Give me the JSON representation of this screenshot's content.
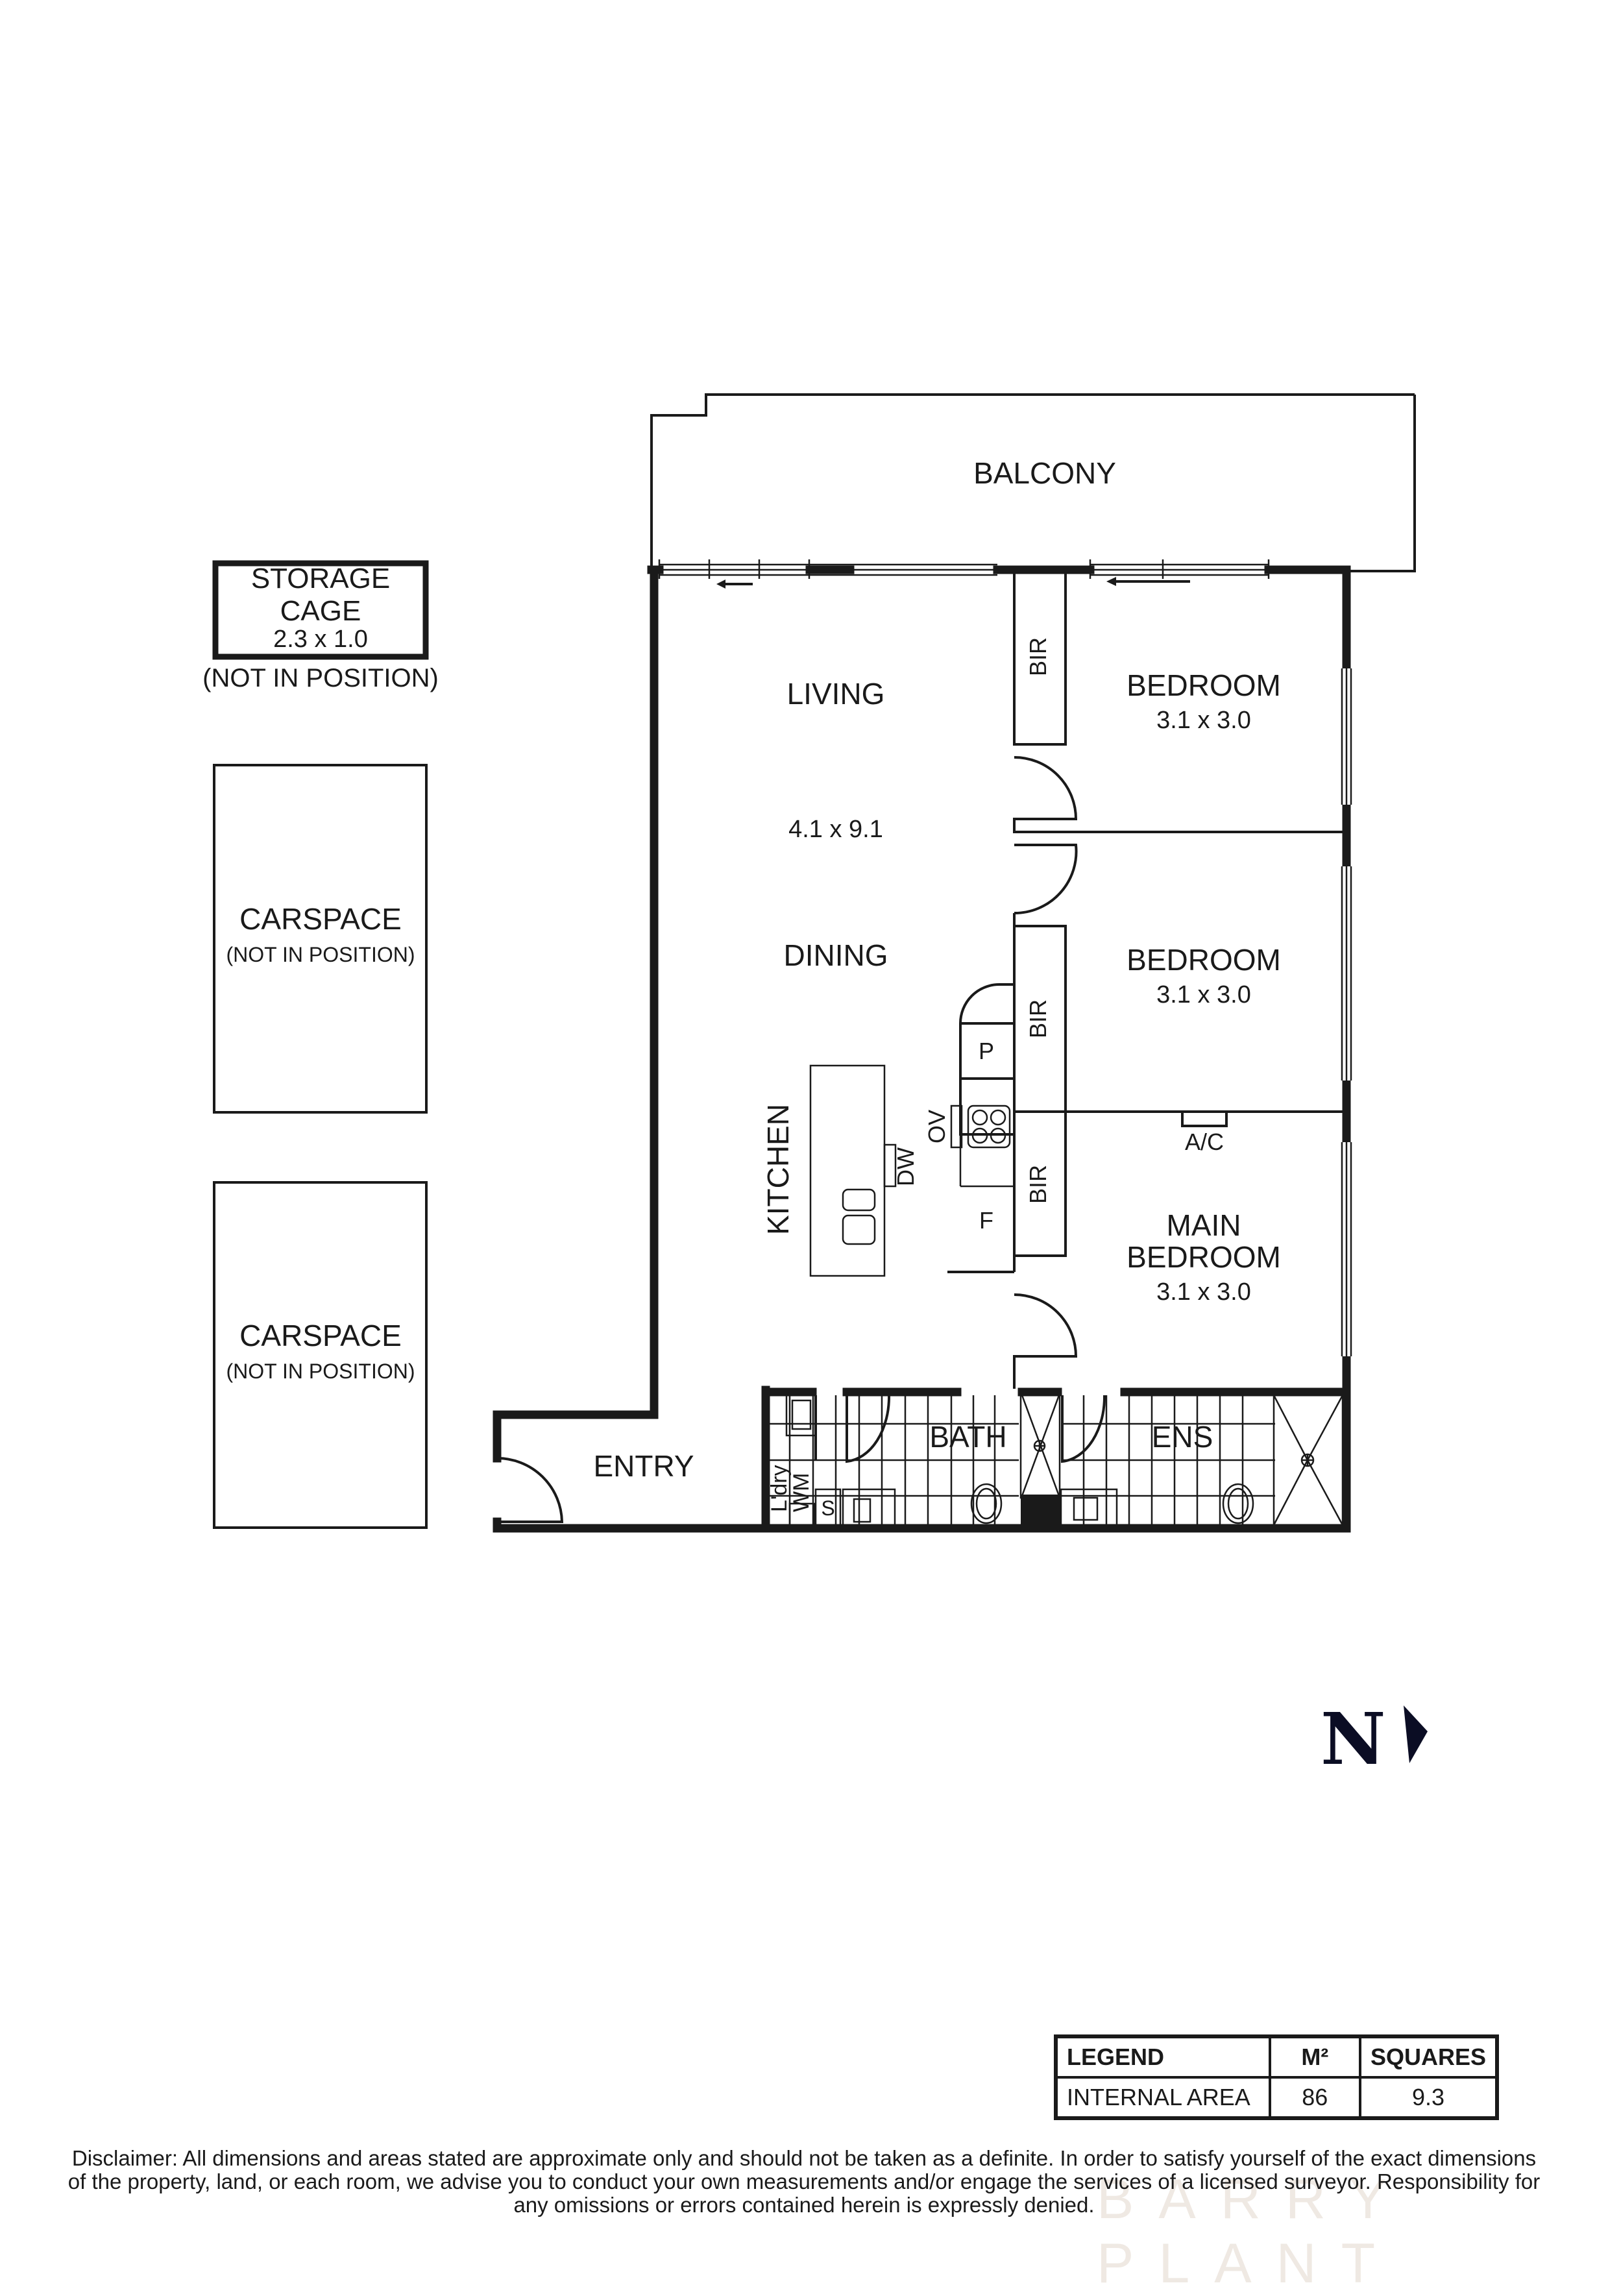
{
  "rooms": {
    "balcony": {
      "label": "BALCONY"
    },
    "living": {
      "label": "LIVING",
      "dimensions": "4.1 x 9.1"
    },
    "dining": {
      "label": "DINING"
    },
    "kitchen": {
      "label": "KITCHEN"
    },
    "bedroom1": {
      "label": "BEDROOM",
      "dimensions": "3.1 x 3.0"
    },
    "bedroom2": {
      "label": "BEDROOM",
      "dimensions": "3.1 x 3.0"
    },
    "main_bedroom": {
      "label_line1": "MAIN",
      "label_line2": "BEDROOM",
      "dimensions": "3.1 x 3.0"
    },
    "entry": {
      "label": "ENTRY"
    },
    "bath": {
      "label": "BATH"
    },
    "ensuite": {
      "label": "ENS"
    },
    "laundry": {
      "label": "L'dry"
    }
  },
  "fixtures": {
    "bir": "BIR",
    "pantry": "P",
    "fridge": "F",
    "oven": "OV",
    "dishwasher": "DW",
    "washing_machine": "WM",
    "storage": "S",
    "air_con": "A/C"
  },
  "storage_cage": {
    "line1": "STORAGE",
    "line2": "CAGE",
    "dimensions": "2.3 x 1.0",
    "note": "(NOT IN POSITION)"
  },
  "carspaces": [
    {
      "label": "CARSPACE",
      "note": "(NOT IN POSITION)"
    },
    {
      "label": "CARSPACE",
      "note": "(NOT IN POSITION)"
    }
  ],
  "north_arrow": {
    "letter": "N",
    "color": "#0b0d24"
  },
  "legend": {
    "headers": [
      "LEGEND",
      "M²",
      "SQUARES"
    ],
    "rows": [
      [
        "INTERNAL AREA",
        "86",
        "9.3"
      ]
    ]
  },
  "disclaimer": "Disclaimer: All dimensions and areas stated are approximate only and should not be taken as a definite. In order to satisfy yourself of the exact dimensions of the property, land, or each room, we advise you to conduct your own measurements and/or engage the services of a licensed surveyor. Responsibility for any omissions or errors contained herein is expressly denied.",
  "watermark": "BARRY PLANT"
}
